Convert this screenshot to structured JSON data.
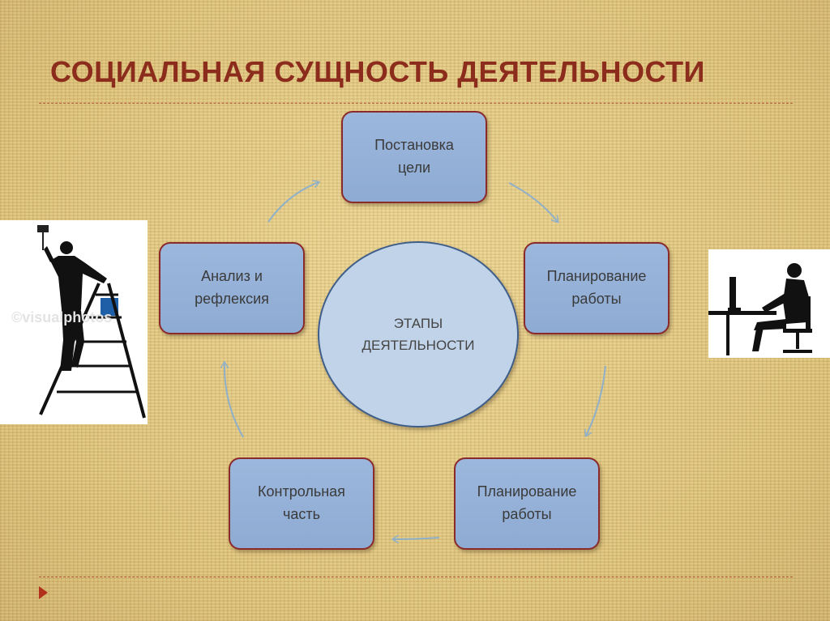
{
  "slide": {
    "title": "СОЦИАЛЬНАЯ СУЩНОСТЬ ДЕЯТЕЛЬНОСТИ"
  },
  "diagram": {
    "center": "ЭТАПЫ\nДЕЯТЕЛЬНОСТИ",
    "stages": {
      "top": "Постановка\nцели",
      "right": "Планирование\nработы",
      "bottom_right": "Планирование\nработы",
      "bottom_left": "Контрольная\nчасть",
      "left": "Анализ и\nрефлексия"
    }
  },
  "images": {
    "left": "silhouette of painter on ladder with paint roller",
    "right": "silhouette of person working at computer"
  },
  "colors": {
    "title": "#8b2c1c",
    "box_fill": "#95b1d7",
    "box_border": "#8a2a2a",
    "circle_fill": "#c1d3e8",
    "circle_border": "#3f5f8a",
    "arrow": "#8fb0c8",
    "marker": "#b0301c"
  }
}
